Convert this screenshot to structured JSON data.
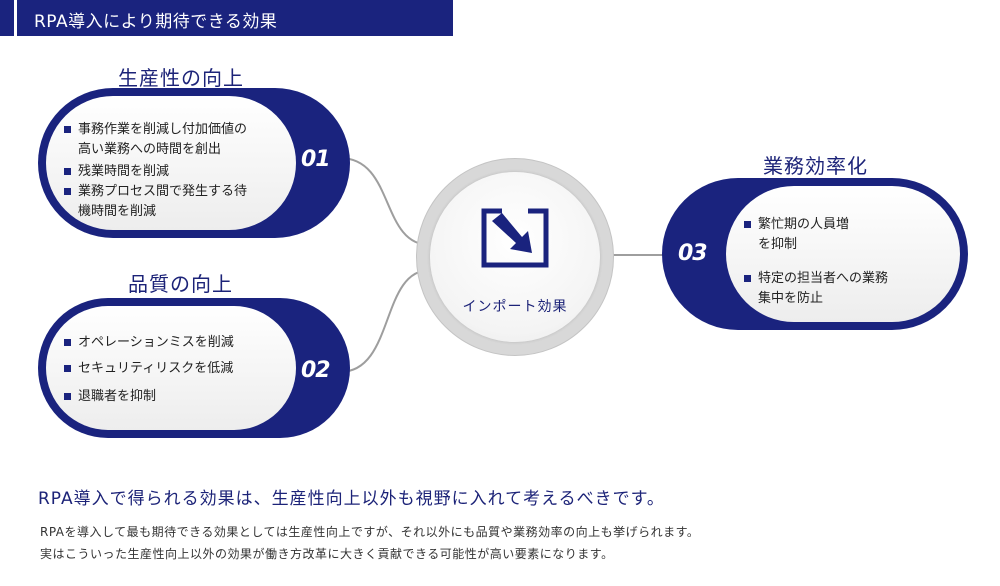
{
  "header": {
    "title": "RPA導入により期待できる効果"
  },
  "center": {
    "label": "インポート効果",
    "icon": "import-icon"
  },
  "sections": {
    "productivity": {
      "title": "生産性の向上",
      "number": "01",
      "items": [
        "事務作業を削減し付加価値の\n高い業務への時間を創出",
        "残業時間を削減",
        "業務プロセス間で発生する待\n機時間を削減"
      ]
    },
    "quality": {
      "title": "品質の向上",
      "number": "02",
      "items": [
        "オペレーションミスを削減",
        "セキュリティリスクを低減",
        "退職者を抑制"
      ]
    },
    "efficiency": {
      "title": "業務効率化",
      "number": "03",
      "items": [
        "繁忙期の人員増\nを抑制",
        "特定の担当者への業務\n集中を防止"
      ]
    }
  },
  "summary": {
    "title": "RPA導入で得られる効果は、生産性向上以外も視野に入れて考えるべきです。",
    "line1": "RPAを導入して最も期待できる効果としては生産性向上ですが、それ以外にも品質や業務効率の向上も挙げられます。",
    "line2": "実はこういった生産性向上以外の効果が働き方改革に大きく貢献できる可能性が高い要素になります。"
  },
  "colors": {
    "navy": "#1a237e",
    "title_blue": "#1c2378",
    "ring_gray": "#d8d8d8"
  }
}
